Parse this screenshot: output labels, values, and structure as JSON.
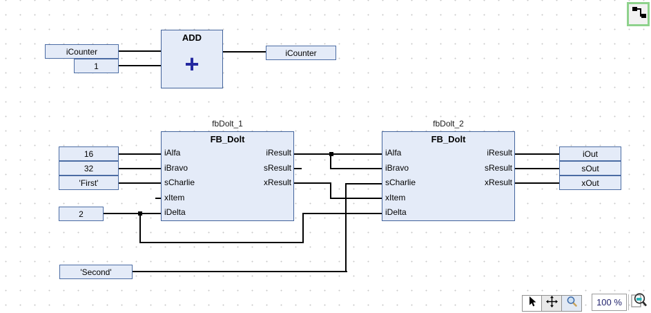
{
  "editor": {
    "colors": {
      "block_fill": "#e4ebf8",
      "block_border": "#41629b",
      "wire": "#000000",
      "grid_dot": "#c9c9c9",
      "plus_symbol": "#2328a0",
      "corner_button_frame": "#8ed28c",
      "zoom_text": "#23246e"
    }
  },
  "add_network": {
    "input_boxes": [
      {
        "label": "iCounter"
      },
      {
        "label": "1"
      }
    ],
    "block": {
      "title": "ADD",
      "symbol": "+"
    },
    "output_box": {
      "label": "iCounter"
    }
  },
  "fb_network": {
    "input_boxes": [
      {
        "label": "16"
      },
      {
        "label": "32"
      },
      {
        "label": "'First'"
      },
      {
        "label": "2"
      },
      {
        "label": "'Second'"
      }
    ],
    "blocks": [
      {
        "instance": "fbDolt_1",
        "type": "FB_Dolt",
        "inputs": [
          "iAlfa",
          "iBravo",
          "sCharlie",
          "xItem",
          "iDelta"
        ],
        "outputs": [
          "iResult",
          "sResult",
          "xResult"
        ]
      },
      {
        "instance": "fbDolt_2",
        "type": "FB_Dolt",
        "inputs": [
          "iAlfa",
          "iBravo",
          "sCharlie",
          "xItem",
          "iDelta"
        ],
        "outputs": [
          "iResult",
          "sResult",
          "xResult"
        ]
      }
    ],
    "output_boxes": [
      {
        "label": "iOut"
      },
      {
        "label": "sOut"
      },
      {
        "label": "xOut"
      }
    ]
  },
  "connections": [
    {
      "from": "iCounter",
      "to": "ADD.in1"
    },
    {
      "from": "1",
      "to": "ADD.in2"
    },
    {
      "from": "ADD.out",
      "to": "iCounter"
    },
    {
      "from": "16",
      "to": "fbDolt_1.iAlfa"
    },
    {
      "from": "32",
      "to": "fbDolt_1.iBravo"
    },
    {
      "from": "'First'",
      "to": "fbDolt_1.sCharlie"
    },
    {
      "from": "2",
      "to": "fbDolt_1.iDelta"
    },
    {
      "from": "2",
      "to": "fbDolt_2.iDelta"
    },
    {
      "from": "fbDolt_1.iResult",
      "to": "fbDolt_2.iAlfa"
    },
    {
      "from": "fbDolt_1.iResult",
      "to": "fbDolt_2.iBravo"
    },
    {
      "from": "fbDolt_1.xResult",
      "to": "fbDolt_2.xItem"
    },
    {
      "from": "'Second'",
      "to": "fbDolt_2.sCharlie"
    },
    {
      "from": "fbDolt_2.iResult",
      "to": "iOut"
    },
    {
      "from": "fbDolt_2.sResult",
      "to": "sOut"
    },
    {
      "from": "fbDolt_2.xResult",
      "to": "xOut"
    }
  ],
  "toolbar": {
    "select_icon": "arrow-cursor",
    "pan_icon": "pan-move",
    "magnify_icon": "magnifier",
    "zoom_value": "100 %",
    "zoom_fit_icon": "magnifier-page"
  },
  "corner_button": {
    "icon": "connection-mode"
  }
}
